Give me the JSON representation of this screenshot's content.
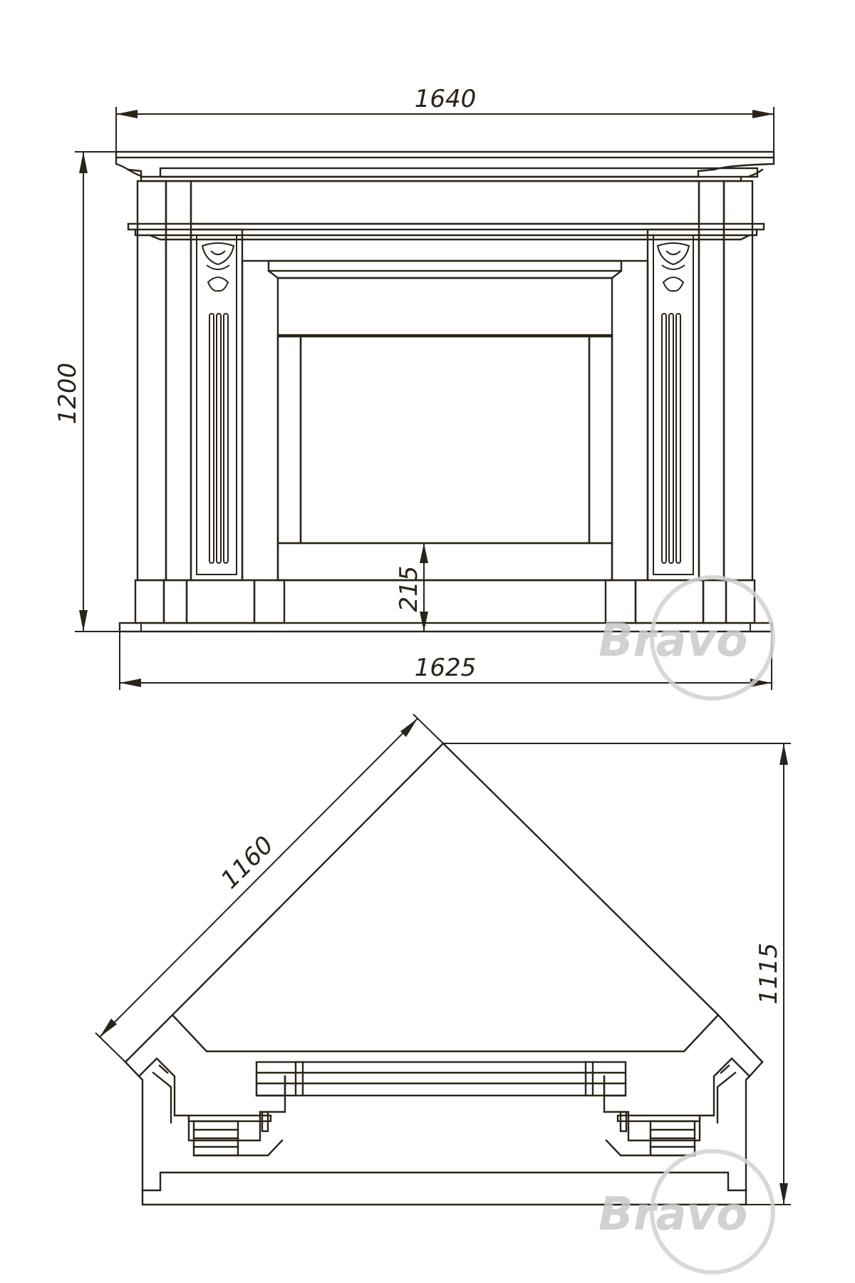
{
  "front_view": {
    "width_top": "1640",
    "height": "1200",
    "firebox_base_height": "215",
    "width_base": "1625"
  },
  "top_view": {
    "side_length": "1160",
    "depth": "1115"
  },
  "watermark": {
    "brand_label": "Bravo",
    "color": "#c9c9c9"
  },
  "colors": {
    "line": "#2a2317",
    "background": "#ffffff"
  }
}
